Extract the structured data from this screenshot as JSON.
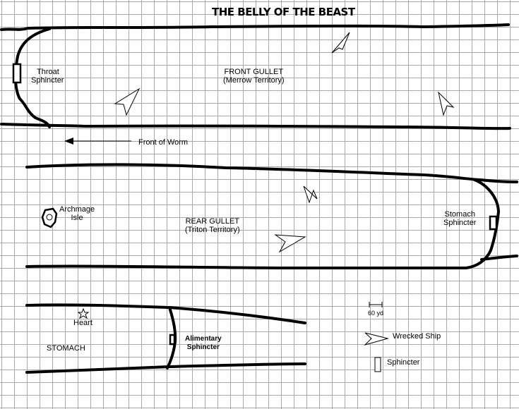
{
  "title": "THE BELLY OF THE BEAST",
  "regions": {
    "front_gullet": {
      "name": "FRONT GULLET",
      "sub": "(Merrow Territory)"
    },
    "rear_gullet": {
      "name": "REAR GULLET",
      "sub": "(Triton Territory)"
    },
    "stomach": "STOMACH"
  },
  "features": {
    "throat_sphincter": [
      "Throat",
      "Sphincter"
    ],
    "stomach_sphincter": [
      "Stomach",
      "Sphincter"
    ],
    "alimentary_sphincter": [
      "Alimentary",
      "Sphincter"
    ],
    "archmage_isle": [
      "Archmage",
      "Isle"
    ],
    "heart": "Heart",
    "front_of_worm": "Front of Worm"
  },
  "legend": {
    "scale": "60 yd",
    "wrecked_ship": "Wrecked Ship",
    "sphincter": "Sphincter"
  },
  "colors": {
    "grid": "#a8a8a8",
    "ink": "#000000"
  }
}
